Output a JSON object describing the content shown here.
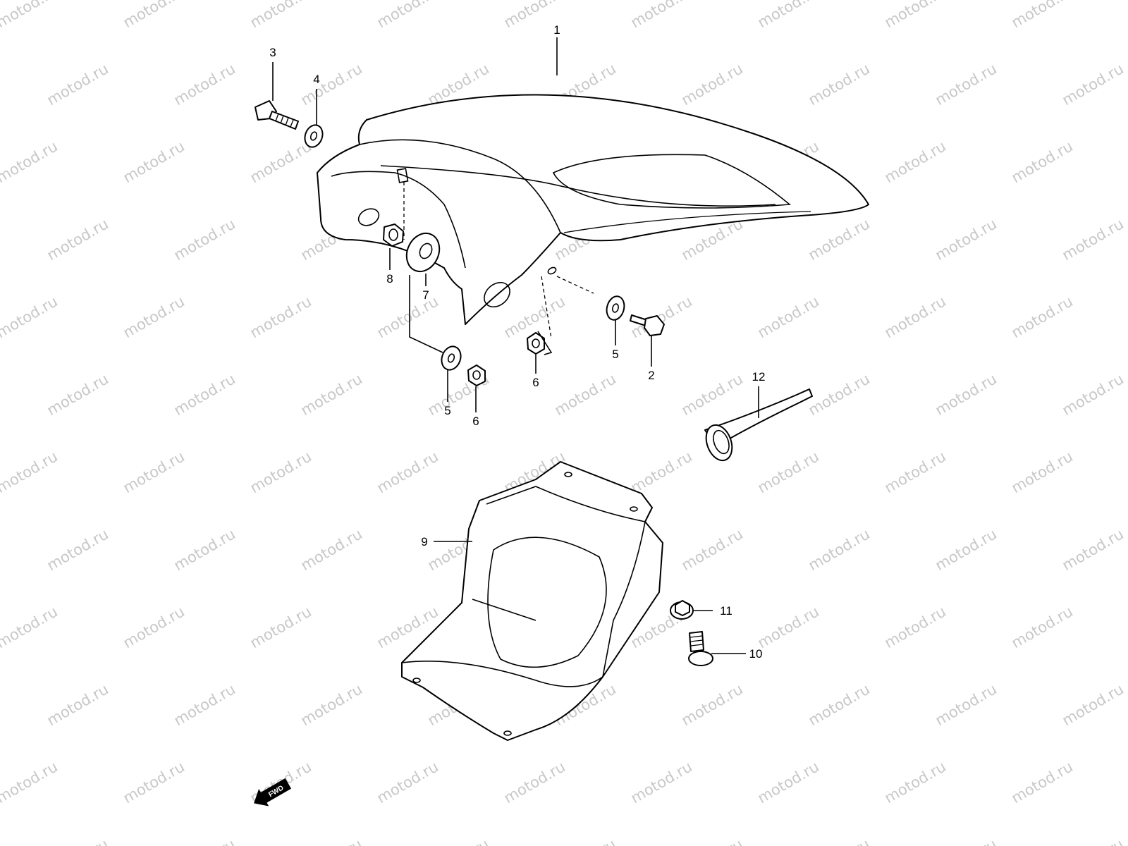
{
  "watermark": {
    "text": "motod.ru",
    "color": "#c8c8c8"
  },
  "callouts": [
    {
      "id": "c1",
      "label": "1"
    },
    {
      "id": "c2",
      "label": "2"
    },
    {
      "id": "c3",
      "label": "3"
    },
    {
      "id": "c4",
      "label": "4"
    },
    {
      "id": "c5a",
      "label": "5"
    },
    {
      "id": "c5b",
      "label": "5"
    },
    {
      "id": "c6a",
      "label": "6"
    },
    {
      "id": "c6b",
      "label": "6"
    },
    {
      "id": "c7",
      "label": "7"
    },
    {
      "id": "c8",
      "label": "8"
    },
    {
      "id": "c9",
      "label": "9"
    },
    {
      "id": "c10",
      "label": "10"
    },
    {
      "id": "c11",
      "label": "11"
    },
    {
      "id": "c12",
      "label": "12"
    }
  ],
  "fwd_marker": {
    "label": "FWD",
    "icon": "fwd-arrow-icon"
  }
}
